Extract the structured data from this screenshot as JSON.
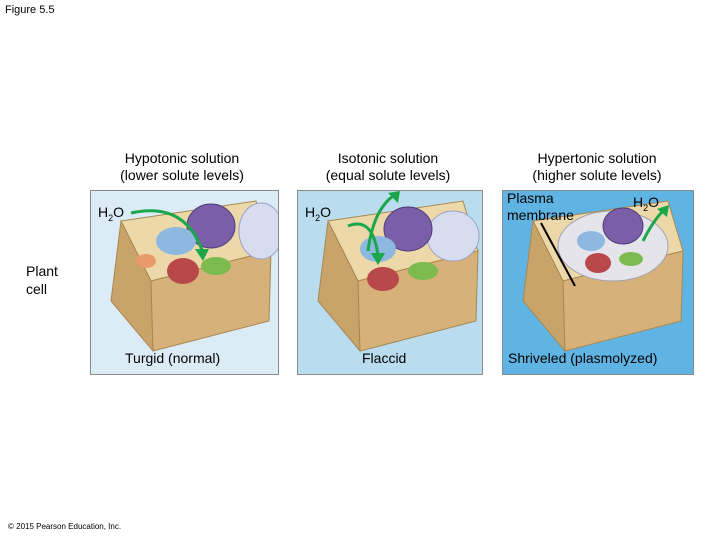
{
  "figure_label": "Figure 5.5",
  "copyright": "© 2015 Pearson Education, Inc.",
  "side_label": {
    "line1": "Plant",
    "line2": "cell"
  },
  "panels": [
    {
      "heading_line1": "Hypotonic solution",
      "heading_line2": "(lower solute levels)",
      "caption": "Turgid (normal)",
      "background": "#dcecf6"
    },
    {
      "heading_line1": "Isotonic solution",
      "heading_line2": "(equal solute levels)",
      "caption": "Flaccid",
      "background": "#b9dcef"
    },
    {
      "heading_line1": "Hypertonic solution",
      "heading_line2": "(higher solute levels)",
      "caption": "Shriveled (plasmolyzed)",
      "background": "#5fb4e3"
    }
  ],
  "water_label": {
    "base": "H",
    "sub": "2",
    "tail": "O"
  },
  "plasma_membrane": {
    "line1": "Plasma",
    "line2": "membrane"
  },
  "colors": {
    "arrow": "#1aa64a",
    "cell_wall": "#c9a46a",
    "nucleus": "#7a5fa8",
    "chloroplast": "#7dbb4e"
  }
}
